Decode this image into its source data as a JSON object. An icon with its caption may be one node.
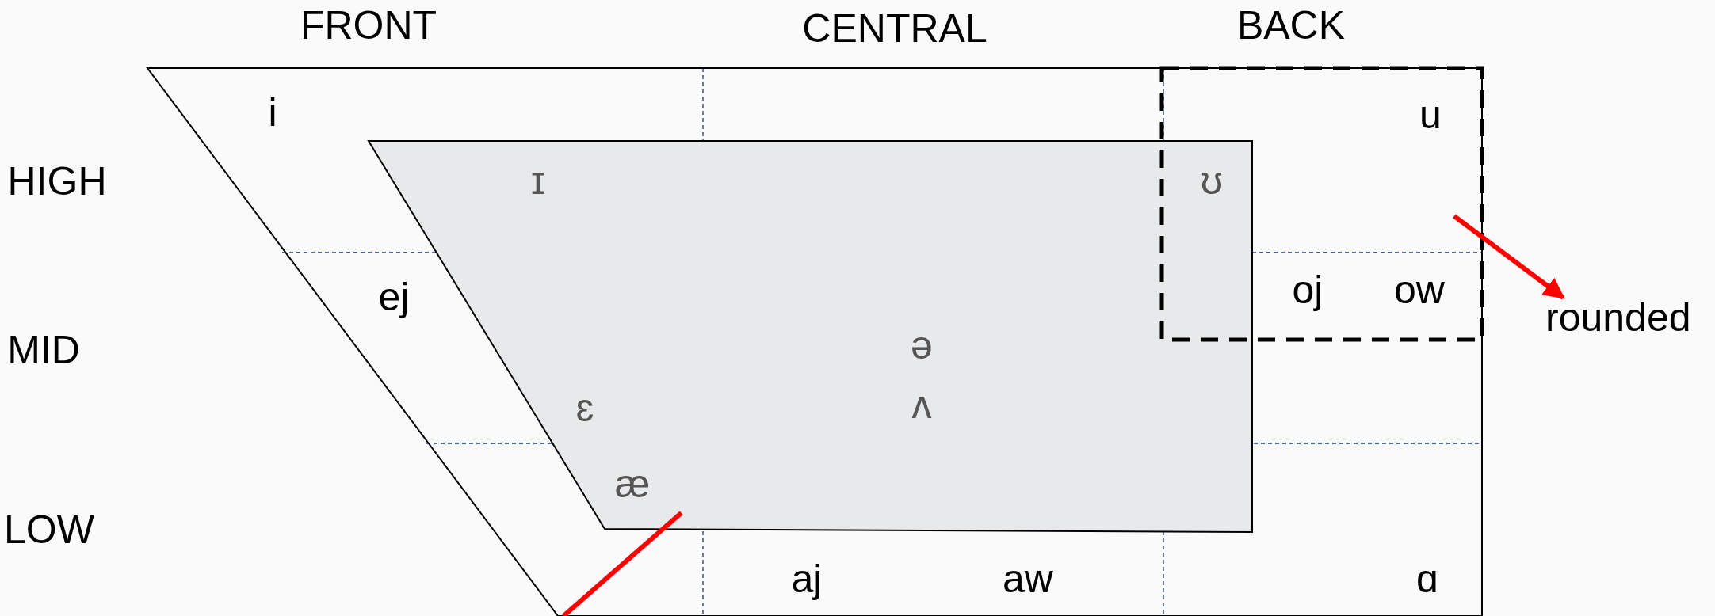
{
  "diagram": {
    "nodes": [
      {
        "text": [],
        "shape": "trapezoid"
      },
      {
        "text": [],
        "shape": "trapezoid",
        "in": 0
      },
      {
        "text": [],
        "shape": "box",
        "in": 0
      },
      {
        "text": [
          "rounded"
        ]
      }
    ],
    "edges": [
      {
        "from": 2,
        "to": 3,
        "arrow": "to"
      },
      {
        "from": 1,
        "to": null,
        "arrow": "none"
      }
    ],
    "labels": [
      "FRONT",
      "CENTRAL",
      "BACK",
      "i",
      "u",
      "HIGH",
      "ɪ",
      "ʊ",
      "ej",
      "oj",
      "ow",
      "MID",
      "ə",
      "ɛ",
      "ʌ",
      "æ",
      "LOW",
      "aj",
      "aw",
      "ɑ"
    ]
  }
}
